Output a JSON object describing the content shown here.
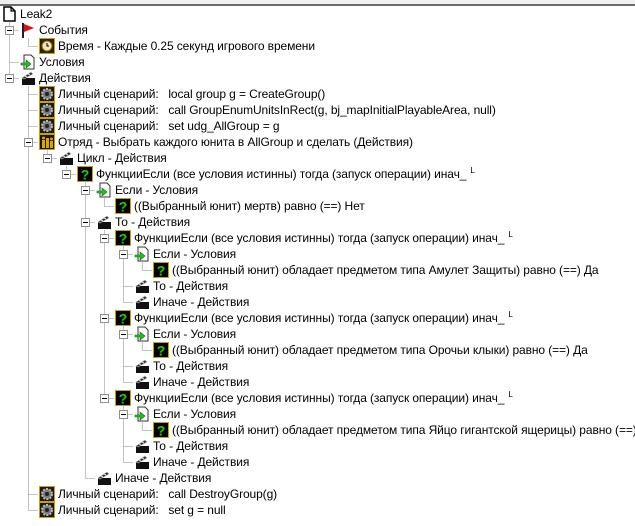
{
  "tree": {
    "rows": [
      {
        "level": 0,
        "icon": "trigger-page",
        "label": "Leak2"
      },
      {
        "level": 1,
        "icon": "event-flag",
        "label": "События"
      },
      {
        "level": 2,
        "icon": "clock",
        "label": "Время - Каждые 0.25 секунд игрового времени"
      },
      {
        "level": 1,
        "icon": "condition",
        "label": "Условия"
      },
      {
        "level": 1,
        "icon": "action",
        "label": "Действия"
      },
      {
        "level": 2,
        "icon": "gear",
        "label": "Личный сценарий:   local group g = CreateGroup()"
      },
      {
        "level": 2,
        "icon": "gear",
        "label": "Личный сценарий:   call GroupEnumUnitsInRect(g, bj_mapInitialPlayableArea, null)"
      },
      {
        "level": 2,
        "icon": "gear",
        "label": "Личный сценарий:   set udg_AllGroup = g"
      },
      {
        "level": 2,
        "icon": "unit-group",
        "label": "Отряд - Выбрать каждого юнита в AllGroup и сделать (Действия)"
      },
      {
        "level": 3,
        "icon": "action",
        "label": "Цикл - Действия"
      },
      {
        "level": 4,
        "icon": "question",
        "label": "ФункцииЕсли (все условия истинны) тогда (запуск операции) инач_",
        "suffix": "L"
      },
      {
        "level": 5,
        "icon": "condition",
        "label": "Если - Условия"
      },
      {
        "level": 6,
        "icon": "question",
        "label": "((Выбранный юнит) мертв) равно (==) Нет"
      },
      {
        "level": 5,
        "icon": "action",
        "label": "То - Действия"
      },
      {
        "level": 6,
        "icon": "question",
        "label": "ФункцииЕсли (все условия истинны) тогда (запуск операции) инач_",
        "suffix": "L"
      },
      {
        "level": 7,
        "icon": "condition",
        "label": "Если - Условия"
      },
      {
        "level": 8,
        "icon": "question",
        "label": "((Выбранный юнит) обладает предметом типа Амулет Защиты) равно (==) Да"
      },
      {
        "level": 7,
        "icon": "action",
        "label": "То - Действия"
      },
      {
        "level": 7,
        "icon": "action",
        "label": "Иначе - Действия"
      },
      {
        "level": 6,
        "icon": "question",
        "label": "ФункцииЕсли (все условия истинны) тогда (запуск операции) инач_",
        "suffix": "L"
      },
      {
        "level": 7,
        "icon": "condition",
        "label": "Если - Условия"
      },
      {
        "level": 8,
        "icon": "question",
        "label": "((Выбранный юнит) обладает предметом типа Орочьи клыки) равно (==) Да"
      },
      {
        "level": 7,
        "icon": "action",
        "label": "То - Действия"
      },
      {
        "level": 7,
        "icon": "action",
        "label": "Иначе - Действия"
      },
      {
        "level": 6,
        "icon": "question",
        "label": "ФункцииЕсли (все условия истинны) тогда (запуск операции) инач_",
        "suffix": "L"
      },
      {
        "level": 7,
        "icon": "condition",
        "label": "Если - Условия"
      },
      {
        "level": 8,
        "icon": "question",
        "label": "((Выбранный юнит) обладает предметом типа Яйцо гигантской ящерицы) равно (==) Да"
      },
      {
        "level": 7,
        "icon": "action",
        "label": "То - Действия"
      },
      {
        "level": 7,
        "icon": "action",
        "label": "Иначе - Действия"
      },
      {
        "level": 5,
        "icon": "action",
        "label": "Иначе - Действия"
      },
      {
        "level": 2,
        "icon": "gear",
        "label": "Личный сценарий:   call DestroyGroup(g)"
      },
      {
        "level": 2,
        "icon": "gear",
        "label": "Личный сценарий:   set g = null"
      }
    ]
  }
}
